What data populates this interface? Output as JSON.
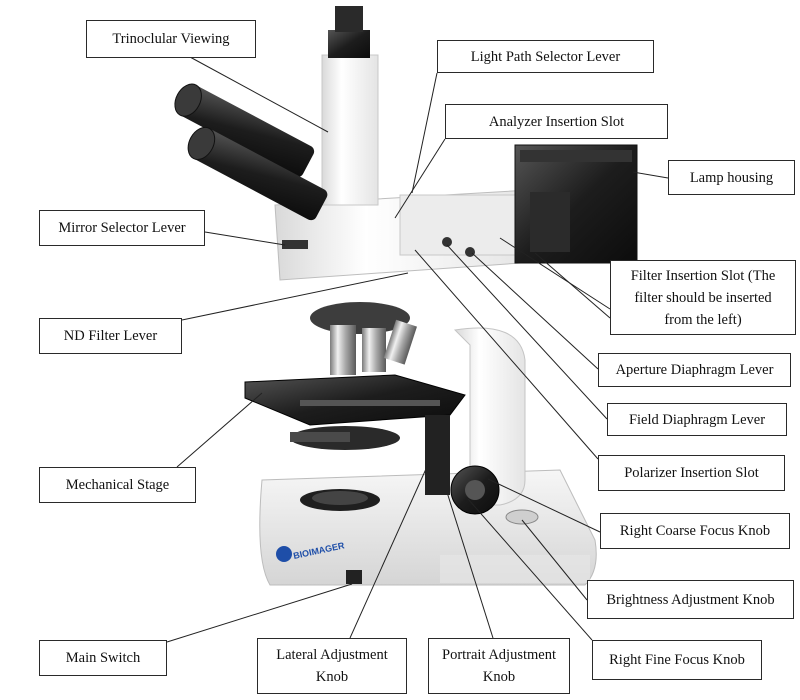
{
  "brand_logo_text": "BIOIMAGER",
  "labels": {
    "trinocular_viewing": "Trinoclular Viewing",
    "light_path_selector_lever": "Light Path Selector Lever",
    "analyzer_insertion_slot": "Analyzer Insertion Slot",
    "lamp_housing": "Lamp housing",
    "mirror_selector_lever": "Mirror Selector Lever",
    "filter_insertion_slot": "Filter Insertion Slot (The filter should be inserted from the left)",
    "nd_filter_lever": "ND Filter Lever",
    "aperture_diaphragm_lever": "Aperture Diaphragm Lever",
    "field_diaphragm_lever": "Field Diaphragm Lever",
    "mechanical_stage": "Mechanical Stage",
    "polarizer_insertion_slot": "Polarizer Insertion Slot",
    "right_coarse_focus_knob": "Right Coarse Focus Knob",
    "brightness_adjustment_knob": "Brightness Adjustment Knob",
    "main_switch": "Main Switch",
    "lateral_adjustment_knob": "Lateral Adjustment Knob",
    "portrait_adjustment_knob": "Portrait Adjustment Knob",
    "right_fine_focus_knob": "Right Fine Focus Knob"
  }
}
